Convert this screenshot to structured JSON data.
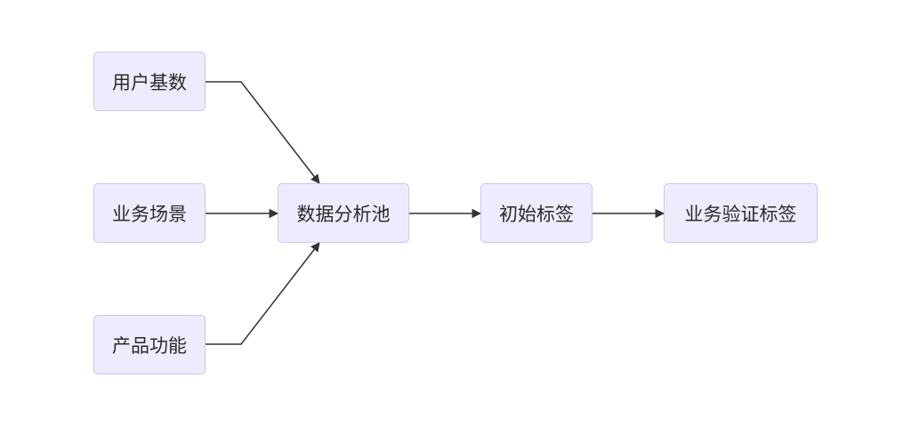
{
  "nodes": {
    "user_base": "用户基数",
    "business_scene": "业务场景",
    "product_function": "产品功能",
    "data_pool": "数据分析池",
    "initial_tags": "初始标签",
    "validated_tags": "业务验证标签"
  },
  "edges": [
    {
      "from": "user_base",
      "to": "data_pool"
    },
    {
      "from": "business_scene",
      "to": "data_pool"
    },
    {
      "from": "product_function",
      "to": "data_pool"
    },
    {
      "from": "data_pool",
      "to": "initial_tags"
    },
    {
      "from": "initial_tags",
      "to": "validated_tags"
    }
  ],
  "colors": {
    "node_fill": "#ececfe",
    "node_border": "#c9c7f3",
    "edge": "#333333"
  }
}
